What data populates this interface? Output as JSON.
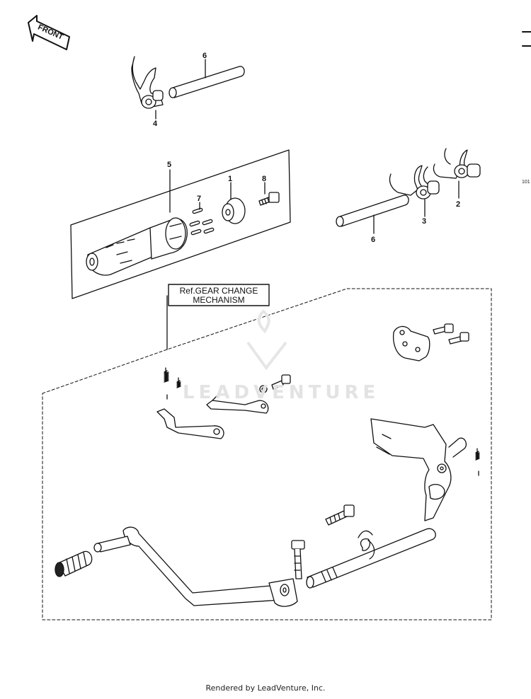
{
  "orientation": {
    "label": "FRONT"
  },
  "callouts": [
    {
      "id": "callout-6-top",
      "text": "6"
    },
    {
      "id": "callout-4",
      "text": "4"
    },
    {
      "id": "callout-5",
      "text": "5"
    },
    {
      "id": "callout-1",
      "text": "1"
    },
    {
      "id": "callout-7",
      "text": "7"
    },
    {
      "id": "callout-8",
      "text": "8"
    },
    {
      "id": "callout-2",
      "text": "2"
    },
    {
      "id": "callout-3",
      "text": "3"
    },
    {
      "id": "callout-6-right",
      "text": "6"
    }
  ],
  "reference": {
    "line1": "Ref.GEAR CHANGE",
    "line2": "MECHANISM"
  },
  "page_code": "101",
  "watermark": {
    "brand": "LEADVENTURE"
  },
  "footer": "Rendered by LeadVenture, Inc.",
  "colors": {
    "ink": "#111111",
    "watermark": "#e3e3e3"
  }
}
